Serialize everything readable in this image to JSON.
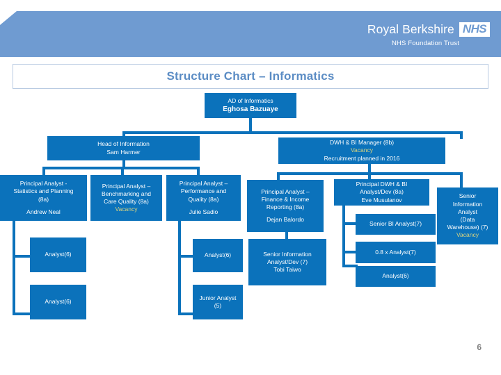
{
  "header": {
    "trust_name": "Royal Berkshire",
    "nhs_logo_text": "NHS",
    "trust_subtitle": "NHS Foundation Trust",
    "banner_color": "#6f9bd1"
  },
  "title": {
    "text": "Structure Chart – Informatics",
    "color": "#5b8cc4"
  },
  "page": {
    "number": "6"
  },
  "theme": {
    "node_fill": "#0b72bb",
    "node_text": "#ffffff",
    "vacancy_text": "#d9d37e",
    "connector": "#0b72bb"
  },
  "chart_data": {
    "type": "diagram",
    "title": "Structure Chart – Informatics",
    "nodes": [
      {
        "id": "ad",
        "lines": [
          {
            "text": "AD of Informatics",
            "style": "normal"
          },
          {
            "text": "Eghosa Bazuaye",
            "style": "bold"
          }
        ]
      },
      {
        "id": "head-of-information",
        "lines": [
          {
            "text": "Head of Information",
            "style": "normal"
          },
          {
            "text": "Sam Harmer",
            "style": "normal"
          }
        ]
      },
      {
        "id": "dwh-bi-manager",
        "lines": [
          {
            "text": "DWH & BI Manager (8b)",
            "style": "normal"
          },
          {
            "text": "Vacancy",
            "style": "vacancy"
          },
          {
            "text": "Recruitment planned in 2016",
            "style": "normal"
          }
        ]
      },
      {
        "id": "pa-statistics-planning",
        "lines": [
          {
            "text": "Principal Analyst -",
            "style": "normal"
          },
          {
            "text": "Statistics and Planning",
            "style": "normal"
          },
          {
            "text": "(8a)",
            "style": "normal"
          },
          {
            "text": "",
            "style": "spacer"
          },
          {
            "text": "Andrew Neal",
            "style": "normal"
          }
        ]
      },
      {
        "id": "pa-benchmarking-care-quality",
        "lines": [
          {
            "text": "Principal Analyst –",
            "style": "normal"
          },
          {
            "text": "Benchmarking and",
            "style": "normal"
          },
          {
            "text": "Care Quality (8a)",
            "style": "normal"
          },
          {
            "text": "Vacancy",
            "style": "vacancy"
          }
        ]
      },
      {
        "id": "pa-performance-quality",
        "lines": [
          {
            "text": "Principal Analyst –",
            "style": "normal"
          },
          {
            "text": "Performance and",
            "style": "normal"
          },
          {
            "text": "Quality (8a)",
            "style": "normal"
          },
          {
            "text": "",
            "style": "spacer"
          },
          {
            "text": "Julie Sadio",
            "style": "normal"
          }
        ]
      },
      {
        "id": "pa-finance-income-reporting",
        "lines": [
          {
            "text": "Principal Analyst –",
            "style": "normal"
          },
          {
            "text": "Finance & Income",
            "style": "normal"
          },
          {
            "text": "Reporting (8a)",
            "style": "normal"
          },
          {
            "text": "",
            "style": "spacer"
          },
          {
            "text": "Dejan Balordo",
            "style": "normal"
          }
        ]
      },
      {
        "id": "principal-dwh-bi-analyst-dev",
        "lines": [
          {
            "text": "Principal DWH & BI",
            "style": "normal"
          },
          {
            "text": "Analyst/Dev (8a)",
            "style": "normal"
          },
          {
            "text": "Eve Musulanov",
            "style": "normal"
          }
        ]
      },
      {
        "id": "senior-information-analyst-dw",
        "lines": [
          {
            "text": "Senior",
            "style": "normal"
          },
          {
            "text": "Information",
            "style": "normal"
          },
          {
            "text": "Analyst",
            "style": "normal"
          },
          {
            "text": "(Data",
            "style": "normal"
          },
          {
            "text": "Warehouse) (7)",
            "style": "normal"
          },
          {
            "text": "Vacancy",
            "style": "vacancy"
          }
        ]
      },
      {
        "id": "analyst6-stats-a",
        "lines": [
          {
            "text": "Analyst(6)",
            "style": "normal"
          }
        ]
      },
      {
        "id": "analyst6-stats-b",
        "lines": [
          {
            "text": "Analyst(6)",
            "style": "normal"
          }
        ]
      },
      {
        "id": "analyst6-performance",
        "lines": [
          {
            "text": "Analyst(6)",
            "style": "normal"
          }
        ]
      },
      {
        "id": "junior-analyst",
        "lines": [
          {
            "text": "Junior Analyst",
            "style": "normal"
          },
          {
            "text": "(5)",
            "style": "normal"
          }
        ]
      },
      {
        "id": "senior-information-analyst-dev",
        "lines": [
          {
            "text": "Senior Information",
            "style": "normal"
          },
          {
            "text": "Analyst/Dev (7)",
            "style": "normal"
          },
          {
            "text": "Tobi Taiwo",
            "style": "normal"
          }
        ]
      },
      {
        "id": "senior-bi-analyst",
        "lines": [
          {
            "text": "Senior BI Analyst(7)",
            "style": "normal"
          }
        ]
      },
      {
        "id": "analyst7-08",
        "lines": [
          {
            "text": "0.8 x Analyst(7)",
            "style": "normal"
          }
        ]
      },
      {
        "id": "analyst6-bi",
        "lines": [
          {
            "text": "Analyst(6)",
            "style": "normal"
          }
        ]
      }
    ]
  }
}
